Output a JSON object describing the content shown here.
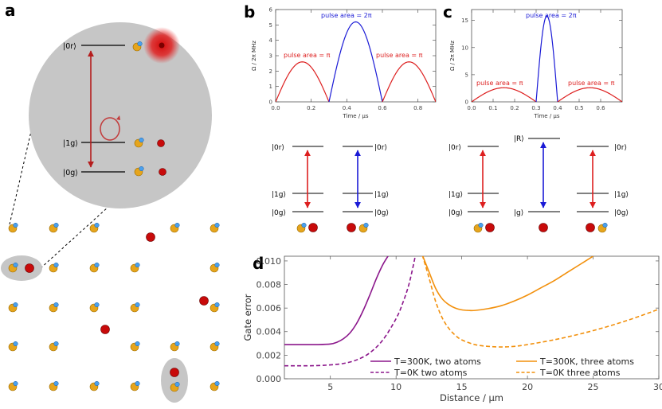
{
  "panel_labels": [
    "a",
    "b",
    "c",
    "d"
  ],
  "colors": {
    "red": "#dd1f1f",
    "blue": "#1a1ad6",
    "purple": "#8b168b",
    "orange": "#f2900c",
    "gray": "#c6c6c6",
    "atom_red": "#c80a0a",
    "atom_gold": "#e6a51c",
    "atom_blue": "#4aa0ee"
  },
  "panel_a": {
    "levels": [
      "|0r⟩",
      "|1g⟩",
      "|0g⟩"
    ]
  },
  "panel_b": {
    "pulse_labels": [
      "pulse area = π",
      "pulse area = 2π",
      "pulse area = π"
    ],
    "levels_left": [
      "|0r⟩",
      "|1g⟩",
      "|0g⟩"
    ],
    "levels_right": [
      "|0r⟩",
      "|1g⟩",
      "|0g⟩"
    ]
  },
  "panel_c": {
    "pulse_labels": [
      "pulse area = π",
      "pulse area = 2π",
      "pulse area = π"
    ],
    "levels_left": [
      "|0r⟩",
      "|1g⟩",
      "|0g⟩"
    ],
    "levels_mid": [
      "|R⟩",
      "|g⟩"
    ],
    "levels_right": [
      "|0r⟩",
      "|1g⟩",
      "|0g⟩"
    ]
  },
  "chart_data": [
    {
      "id": "b",
      "type": "line",
      "xlabel": "Time / μs",
      "ylabel": "Ω / 2π MHz",
      "xlim": [
        0,
        0.9
      ],
      "ylim": [
        0,
        6
      ],
      "xticks": [
        0.0,
        0.2,
        0.4,
        0.6,
        0.8
      ],
      "yticks": [
        0,
        1,
        2,
        3,
        4,
        5,
        6
      ],
      "xtick_labels": [
        "0.0",
        "0.2",
        "0.4",
        "0.6",
        "0.8"
      ],
      "ytick_labels": [
        "0",
        "1",
        "2",
        "3",
        "4",
        "5",
        "6"
      ],
      "series": [
        {
          "color": "red",
          "pulse": [
            0.0,
            0.3
          ],
          "peak": 2.6
        },
        {
          "color": "blue",
          "pulse": [
            0.3,
            0.6
          ],
          "peak": 5.2
        },
        {
          "color": "red",
          "pulse": [
            0.6,
            0.9
          ],
          "peak": 2.6
        }
      ]
    },
    {
      "id": "c",
      "type": "line",
      "xlabel": "Time / μs",
      "ylabel": "Ω / 2π MHz",
      "xlim": [
        0,
        0.7
      ],
      "ylim": [
        0,
        17
      ],
      "xticks": [
        0.0,
        0.1,
        0.2,
        0.3,
        0.4,
        0.5,
        0.6
      ],
      "yticks": [
        0,
        5,
        10,
        15
      ],
      "xtick_labels": [
        "0.0",
        "0.1",
        "0.2",
        "0.3",
        "0.4",
        "0.5",
        "0.6"
      ],
      "ytick_labels": [
        "0",
        "5",
        "10",
        "15"
      ],
      "series": [
        {
          "color": "red",
          "pulse": [
            0.0,
            0.3
          ],
          "peak": 2.6
        },
        {
          "color": "blue",
          "pulse": [
            0.3,
            0.4
          ],
          "peak": 15.8
        },
        {
          "color": "red",
          "pulse": [
            0.4,
            0.7
          ],
          "peak": 2.6
        }
      ]
    },
    {
      "id": "d",
      "type": "line",
      "xlabel": "Distance / μm",
      "ylabel": "Gate error",
      "xlim": [
        1.5,
        30
      ],
      "ylim": [
        0,
        0.0104
      ],
      "xticks": [
        5,
        10,
        15,
        20,
        25,
        30
      ],
      "yticks": [
        0.0,
        0.002,
        0.004,
        0.006,
        0.008,
        0.01
      ],
      "xtick_labels": [
        "5",
        "10",
        "15",
        "20",
        "25",
        "30"
      ],
      "ytick_labels": [
        "0.000",
        "0.002",
        "0.004",
        "0.006",
        "0.008",
        "0.010"
      ],
      "grid": false,
      "legend": "bottom",
      "series": [
        {
          "name": "T=300K, two atoms",
          "color": "purple",
          "dash": false,
          "x": [
            1.5,
            3,
            4,
            5,
            5.5,
            6,
            6.5,
            7,
            7.5,
            8,
            8.5,
            9,
            9.5
          ],
          "y": [
            0.0029,
            0.0029,
            0.0029,
            0.00295,
            0.0031,
            0.0034,
            0.0039,
            0.0047,
            0.0058,
            0.0071,
            0.0085,
            0.0097,
            0.0106
          ]
        },
        {
          "name": "T=0K  two atoms",
          "color": "purple",
          "dash": true,
          "x": [
            1.5,
            3,
            4,
            5,
            6,
            7,
            8,
            9,
            10,
            10.5,
            11,
            11.5
          ],
          "y": [
            0.0011,
            0.0011,
            0.00112,
            0.00118,
            0.0013,
            0.0016,
            0.0022,
            0.0033,
            0.0051,
            0.0064,
            0.0081,
            0.0106
          ]
        },
        {
          "name": "T=300K, three atoms",
          "color": "orange",
          "dash": false,
          "x": [
            12,
            12.5,
            13,
            13.5,
            14,
            14.5,
            15,
            15.5,
            16,
            17,
            18,
            19,
            20,
            21,
            22,
            23,
            24,
            25
          ],
          "y": [
            0.0105,
            0.0091,
            0.0077,
            0.0068,
            0.0063,
            0.006,
            0.00585,
            0.0058,
            0.0058,
            0.00595,
            0.0062,
            0.0066,
            0.0071,
            0.0077,
            0.0083,
            0.009,
            0.0097,
            0.0104
          ]
        },
        {
          "name": "T=0K  three atoms",
          "color": "orange",
          "dash": true,
          "x": [
            12,
            12.5,
            13,
            13.5,
            14,
            14.5,
            15,
            16,
            17,
            18,
            19,
            20,
            22,
            24,
            26,
            28,
            30
          ],
          "y": [
            0.0105,
            0.0086,
            0.0066,
            0.0052,
            0.0043,
            0.0037,
            0.0033,
            0.0029,
            0.00275,
            0.0027,
            0.00275,
            0.0029,
            0.0033,
            0.0038,
            0.0044,
            0.0051,
            0.0059
          ]
        }
      ]
    }
  ]
}
